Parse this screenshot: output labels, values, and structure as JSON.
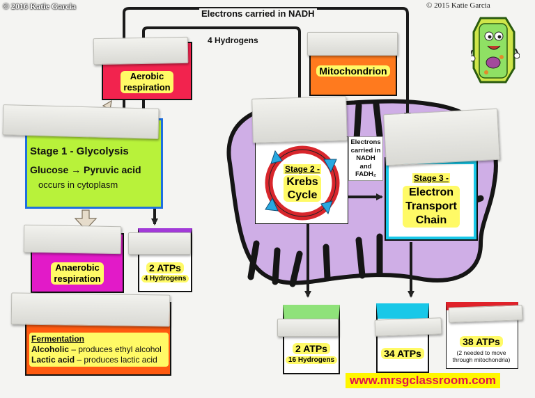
{
  "copyright_left": "© 2016 Katie Garcia",
  "copyright_right": "© 2015 Katie Garcia",
  "arrow_labels": {
    "nadh": "Electrons carried in NADH",
    "hydrogens": "4 Hydrogens"
  },
  "aerobic": {
    "line1": "Aerobic",
    "line2": "respiration"
  },
  "mitochondrion": "Mitochondrion",
  "glycolysis": {
    "title": "Stage 1 - Glycolysis",
    "reactant": "Glucose",
    "product": "Pyruvic acid",
    "arrow": "→",
    "location": "occurs in cytoplasm"
  },
  "anaerobic": {
    "line1": "Anaerobic",
    "line2": "respiration"
  },
  "glycolysis_yield": {
    "atp": "2 ATPs",
    "hydrogens": "4 Hydrogens"
  },
  "fermentation": {
    "title": "Fermentation",
    "alcoholic_label": "Alcoholic",
    "alcoholic_text": " – produces ethyl alcohol",
    "lactic_label": "Lactic acid",
    "lactic_text": " – produces lactic acid"
  },
  "krebs": {
    "stage": "Stage 2 -",
    "line1": "Krebs",
    "line2": "Cycle"
  },
  "electron_carriers": {
    "line1": "Electrons",
    "line2": "carried in",
    "line3": "NADH",
    "line4": "and",
    "line5": "FADH₂"
  },
  "etc": {
    "stage": "Stage 3 -",
    "line1": "Electron",
    "line2": "Transport",
    "line3": "Chain"
  },
  "krebs_yield": {
    "atp": "2 ATPs",
    "hydrogens": "16 Hydrogens"
  },
  "etc_yield": {
    "atp": "34 ATPs"
  },
  "total": {
    "atp": "38 ATPs",
    "note1": "(2 needed to move",
    "note2": "through mitochondria)"
  },
  "website": "www.mrsgclassroom.com",
  "colors": {
    "aerobic_fill": "#f2234e",
    "mito_fill": "#ff7a1e",
    "glycolysis_fill": "#b8f23a",
    "glycolysis_accent": "#1e6fe0",
    "anaerobic_fill": "#e21ac8",
    "atp_fill": "#a23ad8",
    "fermentation_fill": "#ff5a10",
    "mito_body": "#cfaee6",
    "krebs_ring": "#d8262c",
    "etc_fill": "#19c8e8",
    "krebs_yield_top": "#8fe27a",
    "etc_yield_top": "#19c8e8",
    "total_top": "#e0222a",
    "highlight": "#fffa66",
    "url_text": "#e0114c"
  }
}
